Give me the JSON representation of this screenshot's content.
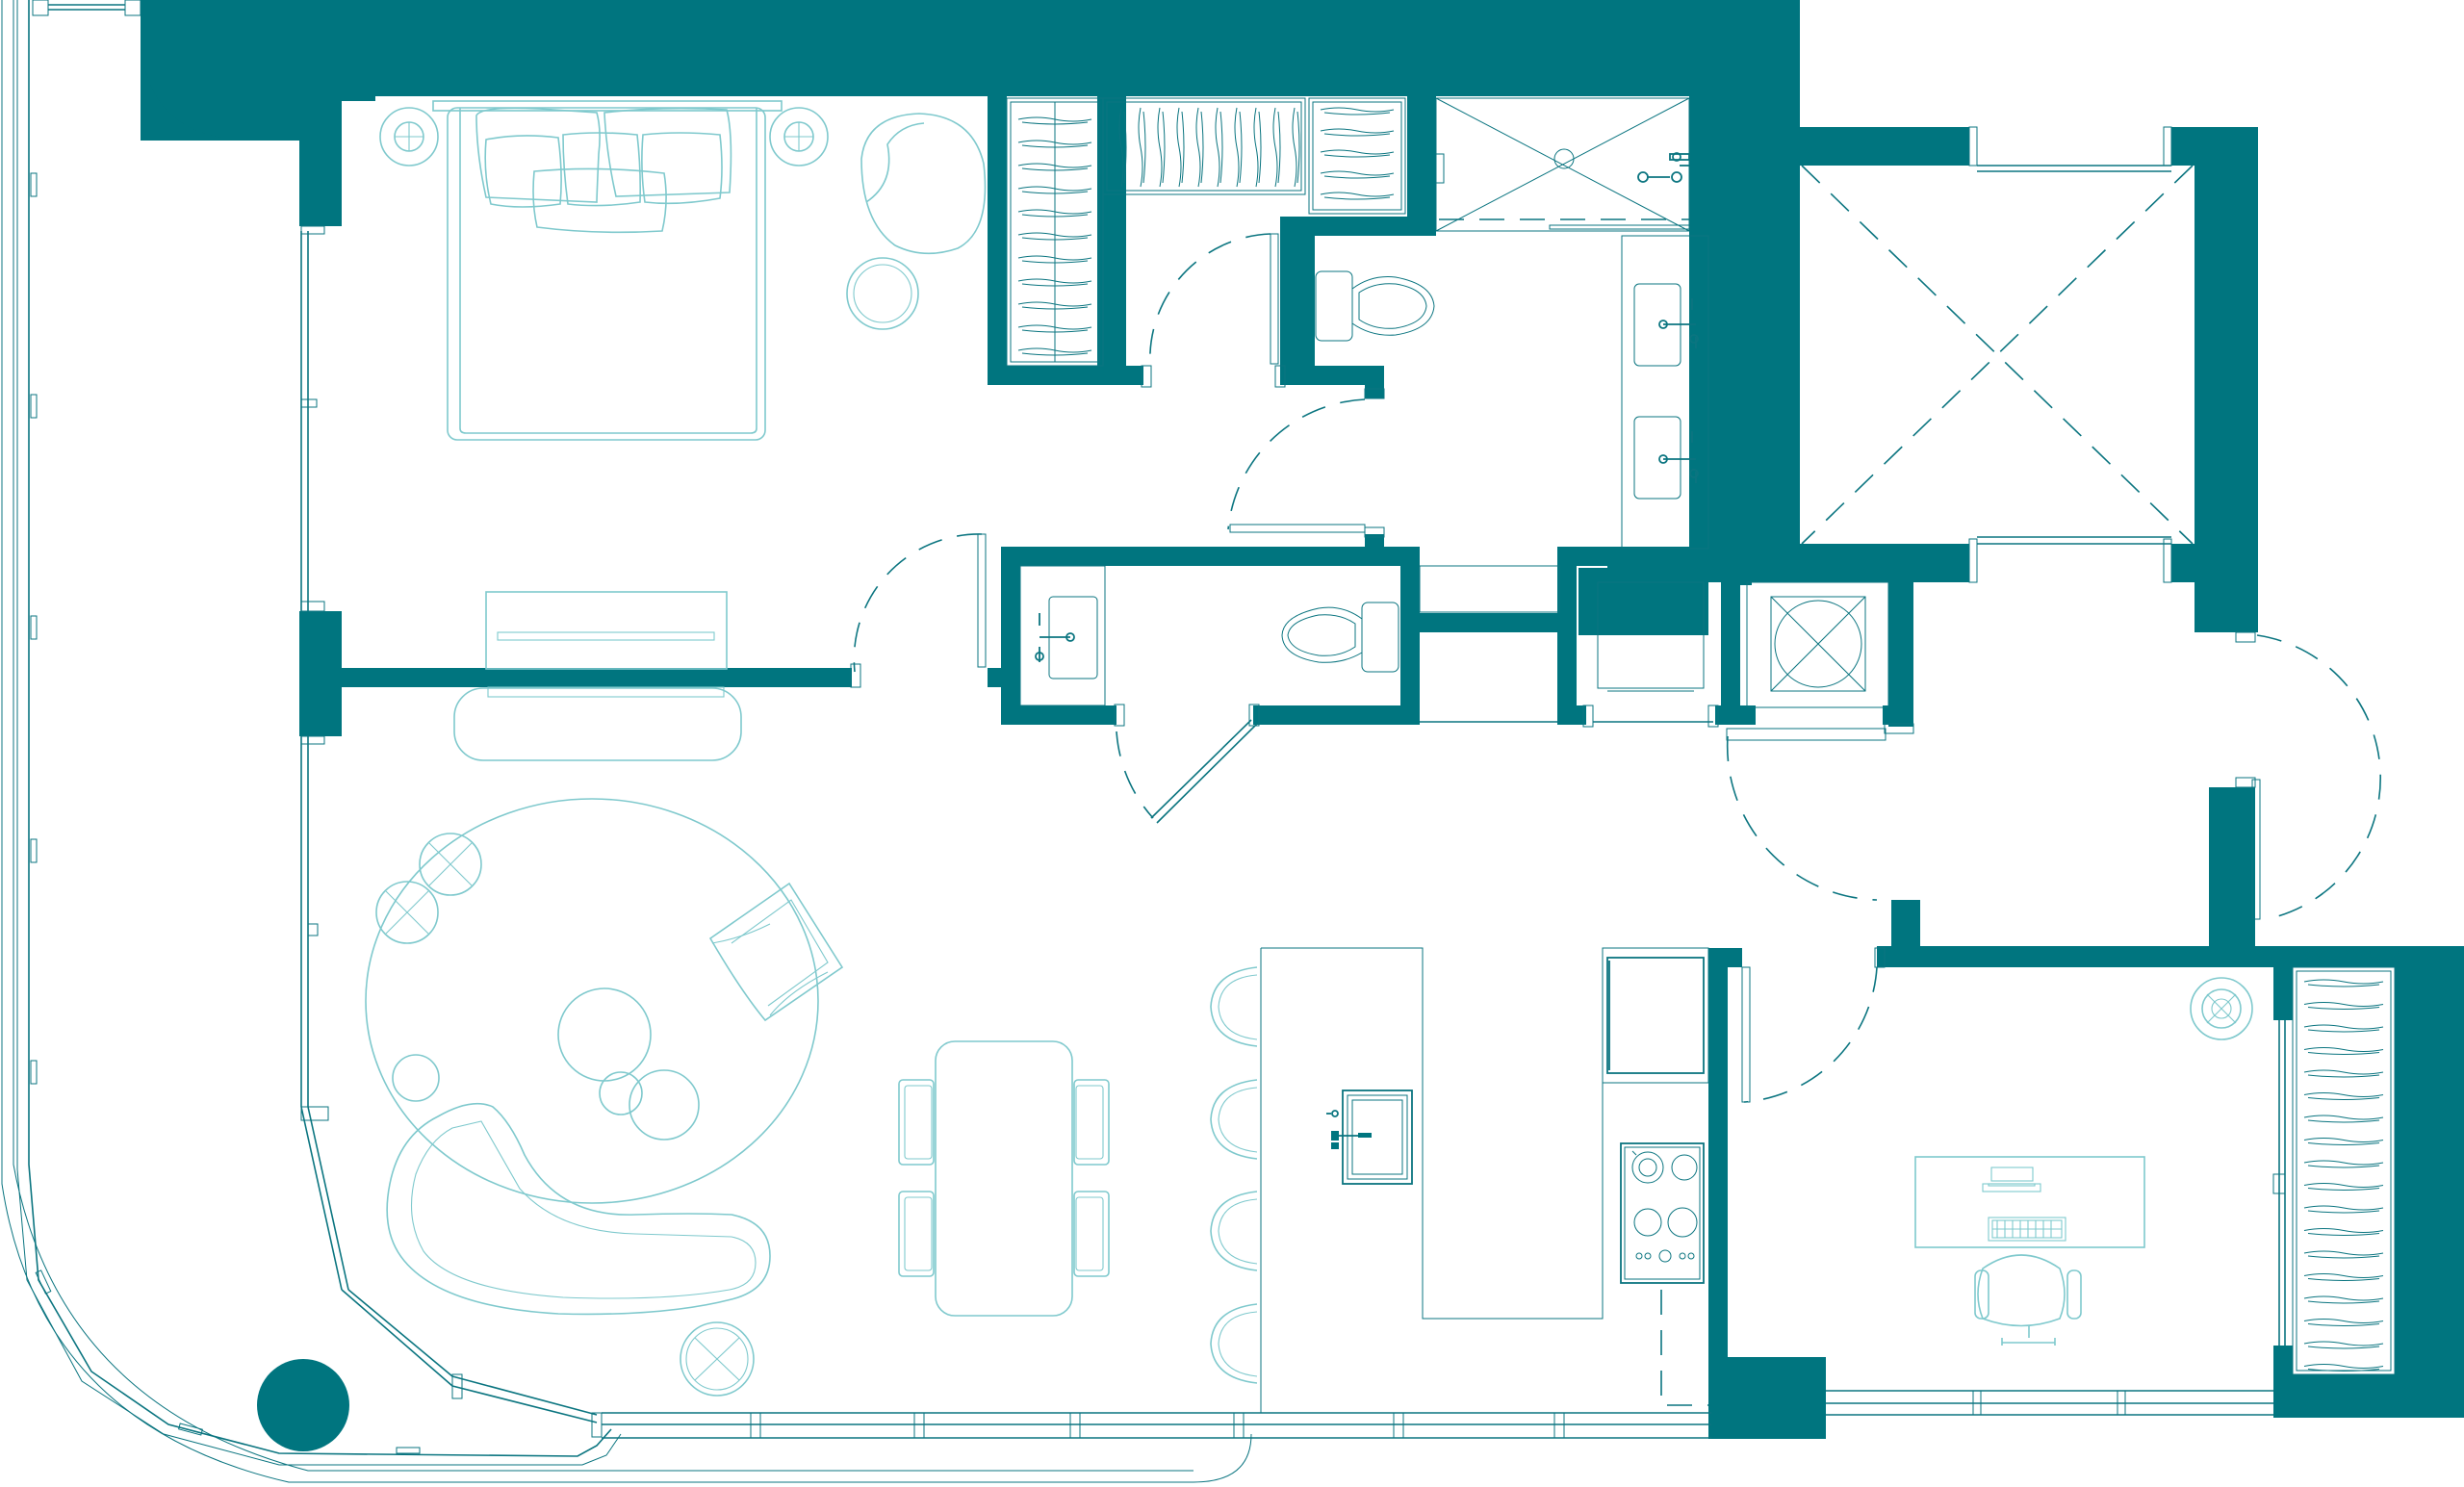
{
  "colors": {
    "wall": "#00757f",
    "line": "#0b7580",
    "furniture": "#7fc9cd",
    "background": "#ffffff"
  },
  "rooms": [
    "bedroom",
    "walk-in-wardrobe",
    "ensuite-bathroom",
    "powder-room",
    "laundry",
    "lift-shaft",
    "living-room",
    "dining-area",
    "kitchen",
    "study",
    "balcony",
    "terrace"
  ],
  "icons": [
    "wall-icon",
    "door-swing-icon",
    "window-icon",
    "bed-icon",
    "sofa-icon",
    "dining-table-icon",
    "chair-icon",
    "bar-stool-icon",
    "wardrobe-icon",
    "toilet-icon",
    "basin-icon",
    "shower-icon",
    "cooktop-icon",
    "sink-icon",
    "desk-icon",
    "plant-icon",
    "column-icon"
  ]
}
